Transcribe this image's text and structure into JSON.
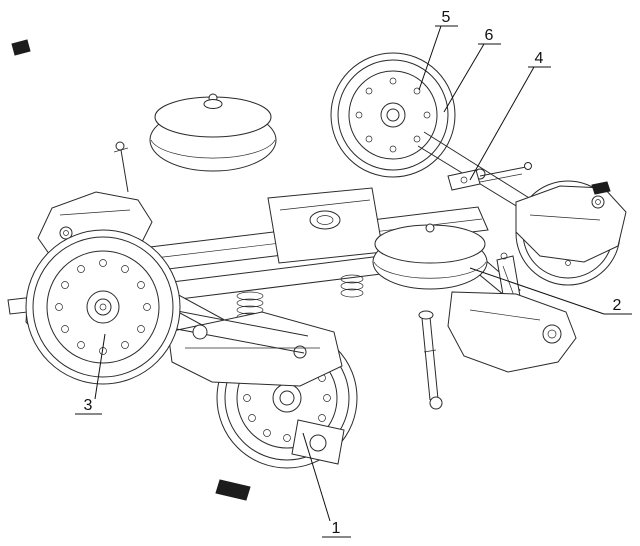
{
  "figure": {
    "background_color": "#ffffff",
    "line_color": "#2a2a2a",
    "label_color": "#111111"
  },
  "callouts": [
    {
      "label": "1"
    },
    {
      "label": "2"
    },
    {
      "label": "3"
    },
    {
      "label": "4"
    },
    {
      "label": "5"
    },
    {
      "label": "6"
    }
  ]
}
